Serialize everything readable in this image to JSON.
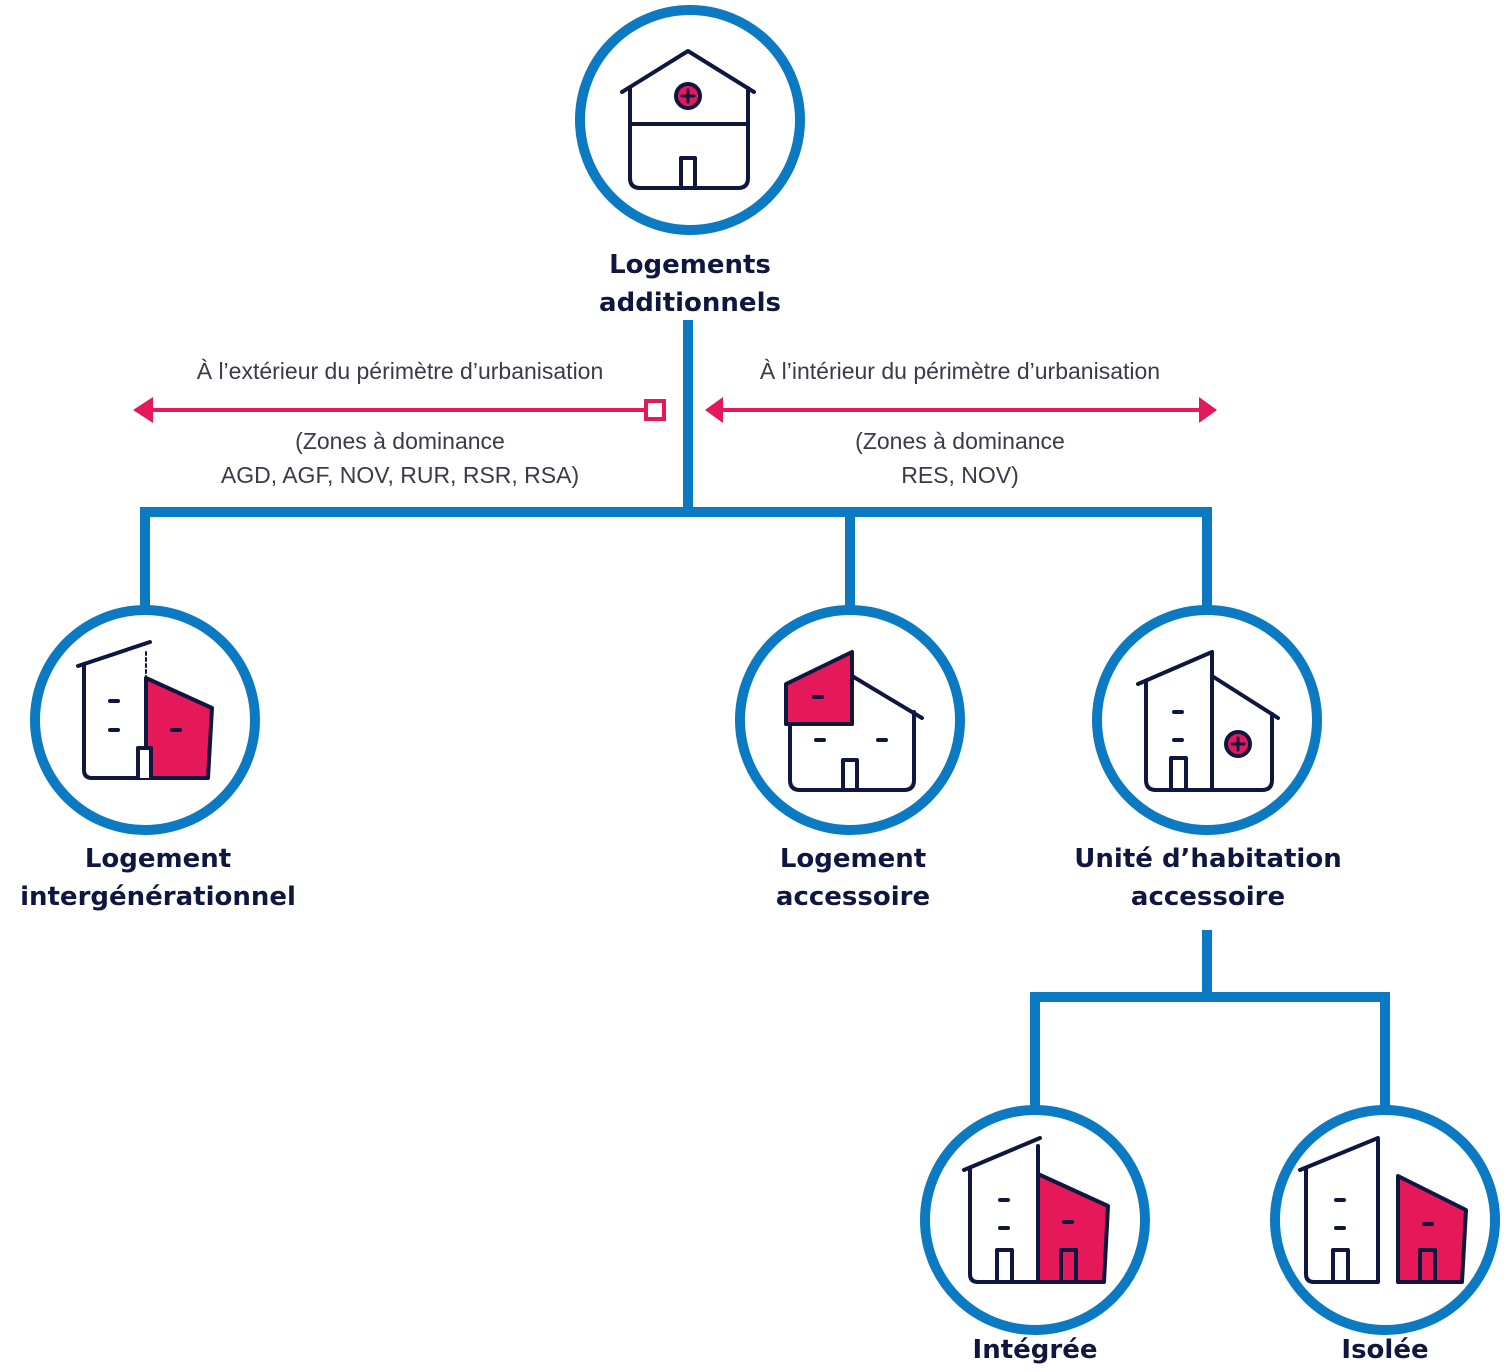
{
  "root": {
    "label_line1": "Logements",
    "label_line2": "additionnels",
    "icon": "house-plus-icon"
  },
  "left_branch": {
    "title": "À l’extérieur du périmètre d’urbanisation",
    "zones_line1": "(Zones à dominance",
    "zones_line2": "AGD, AGF, NOV, RUR, RSR, RSA)"
  },
  "right_branch": {
    "title": "À l’intérieur du périmètre d’urbanisation",
    "zones_line1": "(Zones à dominance",
    "zones_line2": "RES, NOV)"
  },
  "nodes": {
    "intergenerational": {
      "line1": "Logement",
      "line2": "intergénérationnel",
      "icon": "house-extension-icon"
    },
    "accessory": {
      "line1": "Logement",
      "line2": "accessoire",
      "icon": "house-upper-unit-icon"
    },
    "accessory_unit": {
      "line1": "Unité d’habitation",
      "line2": "accessoire",
      "icon": "house-adu-plus-icon"
    },
    "integrated": {
      "line1": "Intégrée",
      "icon": "house-attached-unit-icon"
    },
    "isolated": {
      "line1": "Isolée",
      "icon": "house-detached-unit-icon"
    }
  },
  "colors": {
    "connector_blue": "#0b7ac2",
    "accent_magenta": "#e5185a",
    "ink_navy": "#0f1740"
  }
}
